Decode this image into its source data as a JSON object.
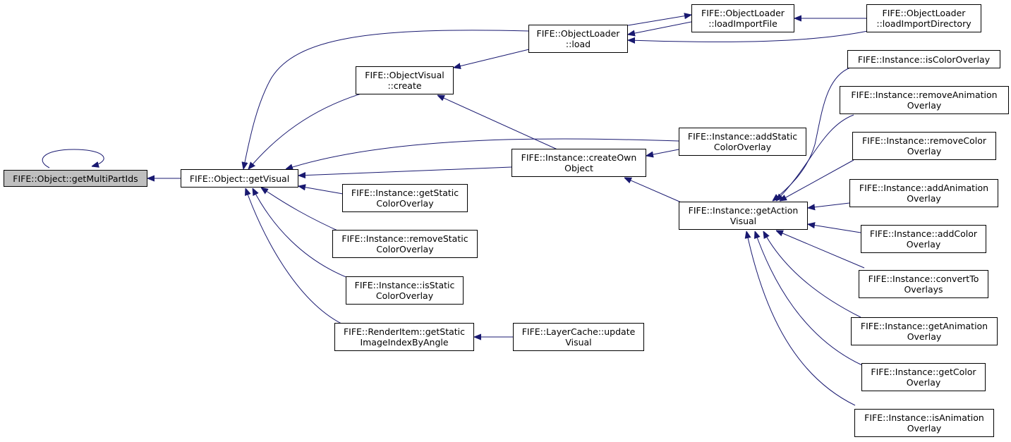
{
  "nodes": {
    "getMultiPartIds": {
      "lines": [
        "FIFE::Object::getMultiPartIds"
      ]
    },
    "getVisual": {
      "lines": [
        "FIFE::Object::getVisual"
      ]
    },
    "ovCreate": {
      "lines": [
        "FIFE::ObjectVisual",
        "::create"
      ]
    },
    "olLoad": {
      "lines": [
        "FIFE::ObjectLoader",
        "::load"
      ]
    },
    "olLoadImportFile": {
      "lines": [
        "FIFE::ObjectLoader",
        "::loadImportFile"
      ]
    },
    "olLoadImportDir": {
      "lines": [
        "FIFE::ObjectLoader",
        "::loadImportDirectory"
      ]
    },
    "createOwnObject": {
      "lines": [
        "FIFE::Instance::createOwn",
        "Object"
      ]
    },
    "addStaticColorOverlay": {
      "lines": [
        "FIFE::Instance::addStatic",
        "ColorOverlay"
      ]
    },
    "getStaticColorOverlay": {
      "lines": [
        "FIFE::Instance::getStatic",
        "ColorOverlay"
      ]
    },
    "removeStaticColorOverlay": {
      "lines": [
        "FIFE::Instance::removeStatic",
        "ColorOverlay"
      ]
    },
    "isStaticColorOverlay": {
      "lines": [
        "FIFE::Instance::isStatic",
        "ColorOverlay"
      ]
    },
    "getStaticImageIndexByAngle": {
      "lines": [
        "FIFE::RenderItem::getStatic",
        "ImageIndexByAngle"
      ]
    },
    "layerCacheUpdateVisual": {
      "lines": [
        "FIFE::LayerCache::update",
        "Visual"
      ]
    },
    "getActionVisual": {
      "lines": [
        "FIFE::Instance::getAction",
        "Visual"
      ]
    },
    "isColorOverlay": {
      "lines": [
        "FIFE::Instance::isColorOverlay"
      ]
    },
    "removeAnimationOverlay": {
      "lines": [
        "FIFE::Instance::removeAnimation",
        "Overlay"
      ]
    },
    "removeColorOverlay": {
      "lines": [
        "FIFE::Instance::removeColor",
        "Overlay"
      ]
    },
    "addAnimationOverlay": {
      "lines": [
        "FIFE::Instance::addAnimation",
        "Overlay"
      ]
    },
    "addColorOverlay": {
      "lines": [
        "FIFE::Instance::addColor",
        "Overlay"
      ]
    },
    "convertToOverlays": {
      "lines": [
        "FIFE::Instance::convertTo",
        "Overlays"
      ]
    },
    "getAnimationOverlay": {
      "lines": [
        "FIFE::Instance::getAnimation",
        "Overlay"
      ]
    },
    "getColorOverlay": {
      "lines": [
        "FIFE::Instance::getColor",
        "Overlay"
      ]
    },
    "isAnimationOverlay": {
      "lines": [
        "FIFE::Instance::isAnimation",
        "Overlay"
      ]
    }
  },
  "edges": [
    {
      "from": "getMultiPartIds",
      "to": "getMultiPartIds"
    },
    {
      "from": "getVisual",
      "to": "getMultiPartIds"
    },
    {
      "from": "olLoad",
      "to": "getVisual"
    },
    {
      "from": "ovCreate",
      "to": "getVisual"
    },
    {
      "from": "addStaticColorOverlay",
      "to": "getVisual"
    },
    {
      "from": "createOwnObject",
      "to": "getVisual"
    },
    {
      "from": "getStaticColorOverlay",
      "to": "getVisual"
    },
    {
      "from": "removeStaticColorOverlay",
      "to": "getVisual"
    },
    {
      "from": "isStaticColorOverlay",
      "to": "getVisual"
    },
    {
      "from": "getStaticImageIndexByAngle",
      "to": "getVisual"
    },
    {
      "from": "olLoad",
      "to": "ovCreate"
    },
    {
      "from": "createOwnObject",
      "to": "ovCreate"
    },
    {
      "from": "olLoadImportFile",
      "to": "olLoad"
    },
    {
      "from": "olLoadImportDir",
      "to": "olLoad"
    },
    {
      "from": "olLoad",
      "to": "olLoadImportFile"
    },
    {
      "from": "olLoadImportDir",
      "to": "olLoadImportFile"
    },
    {
      "from": "addStaticColorOverlay",
      "to": "createOwnObject"
    },
    {
      "from": "getActionVisual",
      "to": "createOwnObject"
    },
    {
      "from": "layerCacheUpdateVisual",
      "to": "getStaticImageIndexByAngle"
    },
    {
      "from": "isColorOverlay",
      "to": "getActionVisual"
    },
    {
      "from": "removeAnimationOverlay",
      "to": "getActionVisual"
    },
    {
      "from": "removeColorOverlay",
      "to": "getActionVisual"
    },
    {
      "from": "addAnimationOverlay",
      "to": "getActionVisual"
    },
    {
      "from": "addColorOverlay",
      "to": "getActionVisual"
    },
    {
      "from": "convertToOverlays",
      "to": "getActionVisual"
    },
    {
      "from": "getAnimationOverlay",
      "to": "getActionVisual"
    },
    {
      "from": "getColorOverlay",
      "to": "getActionVisual"
    },
    {
      "from": "isAnimationOverlay",
      "to": "getActionVisual"
    }
  ],
  "colors": {
    "edge": "#191970",
    "root_fill": "#bfbfbf",
    "node_fill": "#ffffff",
    "border": "#000000"
  }
}
